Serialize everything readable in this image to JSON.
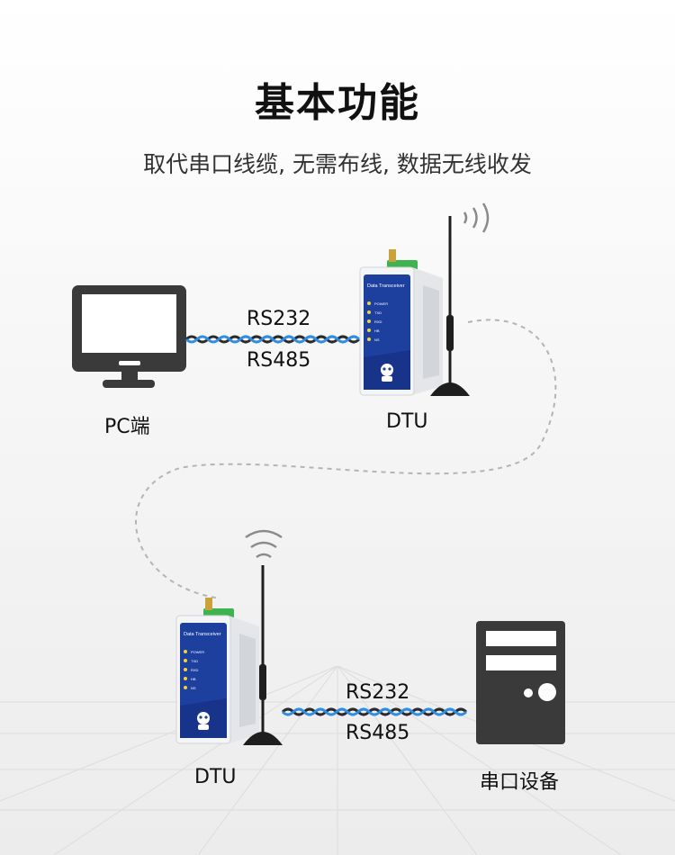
{
  "title": "基本功能",
  "subtitle": "取代串口线缆, 无需布线, 数据无线收发",
  "nodes": {
    "pc": "PC端",
    "dtu_top": "DTU",
    "dtu_bottom": "DTU",
    "serial_device": "串口设备"
  },
  "links": {
    "top": {
      "upper": "RS232",
      "lower": "RS485"
    },
    "bottom": {
      "upper": "RS232",
      "lower": "RS485"
    }
  },
  "dtu": {
    "brand": "Data Transceiver",
    "leds": [
      "POWER",
      "TXD",
      "RXD",
      "HB",
      "NS"
    ]
  },
  "colors": {
    "device_blue": "#1d3f9e",
    "cable_blue": "#2f8de4",
    "cable_dark": "#2b2b2b",
    "dark_grey": "#3a3a3a"
  }
}
